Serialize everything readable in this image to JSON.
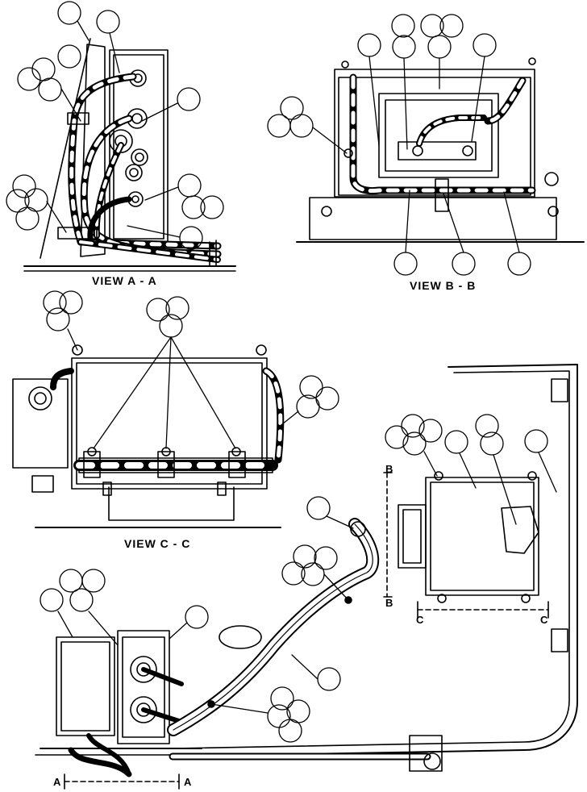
{
  "views": {
    "a": "VIEW  A  -  A",
    "b": "VIEW  B  -  B",
    "c": "VIEW  C  -  C"
  },
  "section_marks": {
    "a_left": "A",
    "a_right": "A",
    "b_top": "B",
    "b_bottom": "B",
    "c_left": "C",
    "c_right": "C"
  },
  "callout_bubbles_blank": true
}
